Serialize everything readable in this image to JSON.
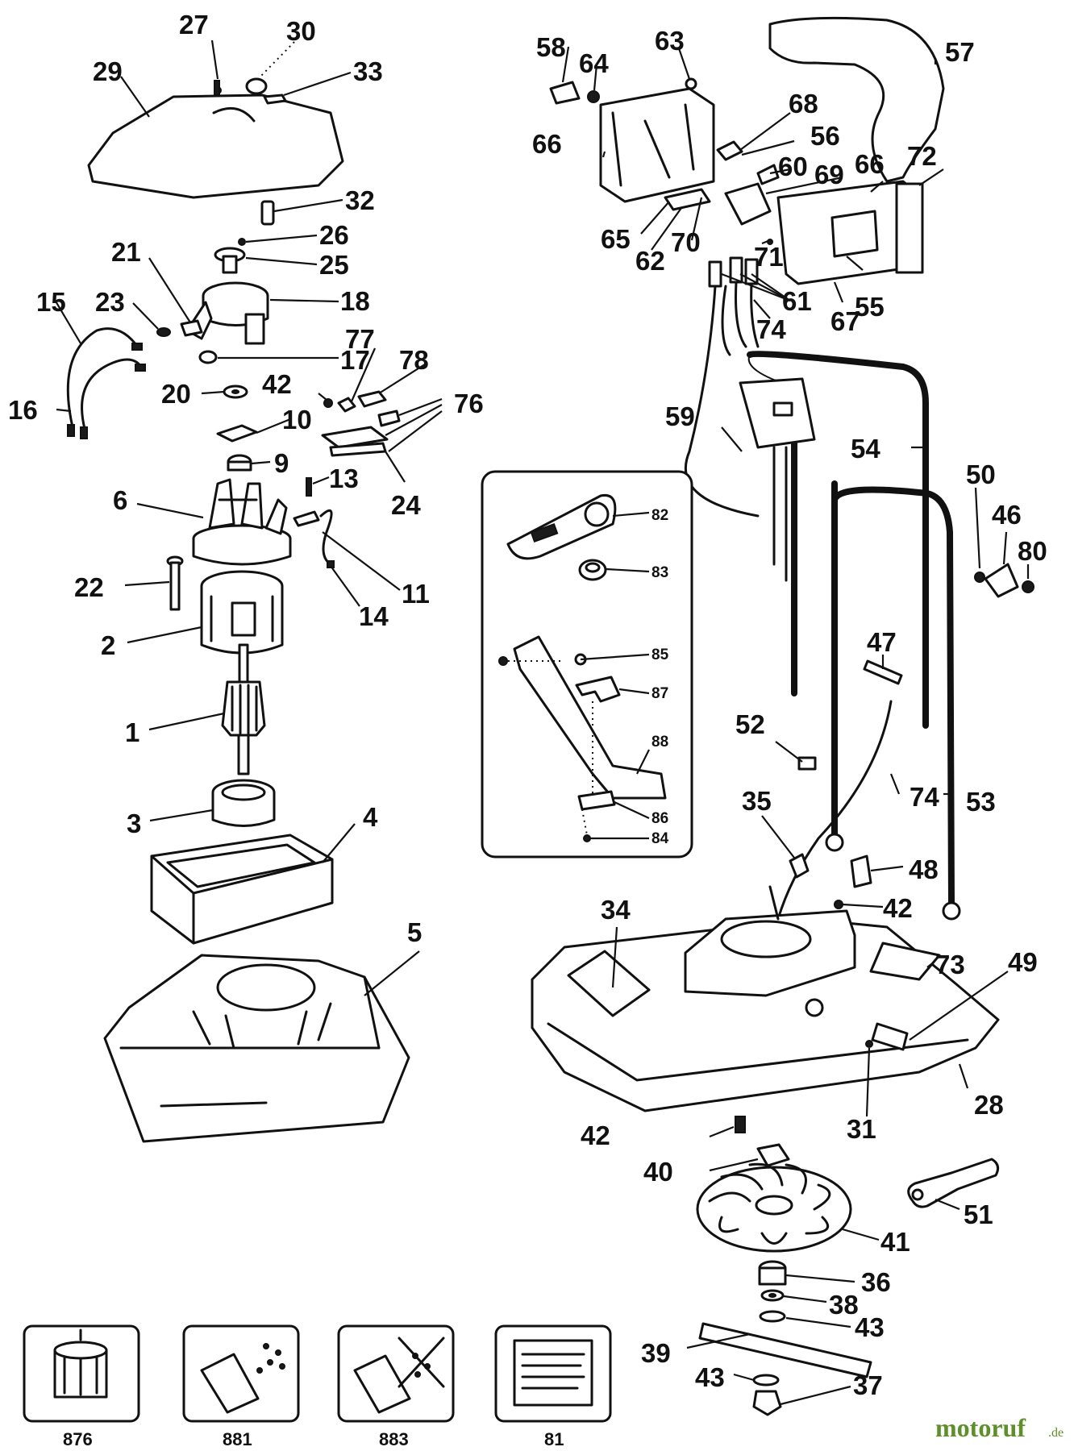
{
  "labels": {
    "p27": "27",
    "p30": "30",
    "p29": "29",
    "p33": "33",
    "p32": "32",
    "p26": "26",
    "p25": "25",
    "p21": "21",
    "p23": "23",
    "p18": "18",
    "p15": "15",
    "p17": "17",
    "p16": "16",
    "p20": "20",
    "p42a": "42",
    "p77": "77",
    "p78": "78",
    "p76": "76",
    "p10": "10",
    "p9": "9",
    "p13": "13",
    "p24": "24",
    "p6": "6",
    "p22": "22",
    "p14": "14",
    "p11": "11",
    "p2": "2",
    "p1": "1",
    "p3": "3",
    "p4": "4",
    "p5": "5",
    "p58": "58",
    "p64": "64",
    "p63": "63",
    "p57": "57",
    "p68": "68",
    "p56": "56",
    "p66a": "66",
    "p60": "60",
    "p69": "69",
    "p66b": "66",
    "p72": "72",
    "p65": "65",
    "p62": "62",
    "p70": "70",
    "p71": "71",
    "p61": "61",
    "p55": "55",
    "p67": "67",
    "p74a": "74",
    "p59": "59",
    "p54": "54",
    "p50": "50",
    "p46": "46",
    "p80": "80",
    "p47": "47",
    "p52": "52",
    "p35": "35",
    "p74b": "74",
    "p53": "53",
    "p48": "48",
    "p42b": "42",
    "p34": "34",
    "p73": "73",
    "p49": "49",
    "p28": "28",
    "p31": "31",
    "p42c": "42",
    "p40": "40",
    "p51": "51",
    "p41": "41",
    "p36": "36",
    "p38": "38",
    "p43a": "43",
    "p39": "39",
    "p43b": "43",
    "p37": "37",
    "p82": "82",
    "p83": "83",
    "p85": "85",
    "p87": "87",
    "p88": "88",
    "p86": "86",
    "p84": "84"
  },
  "service_icons": [
    {
      "code": "876",
      "icon": "motor-assembly-icon"
    },
    {
      "code": "881",
      "icon": "wet-cleaning-icon"
    },
    {
      "code": "883",
      "icon": "no-water-icon"
    },
    {
      "code": "81",
      "icon": "instruction-label-icon"
    }
  ],
  "watermark": {
    "name": "motoruf",
    "tld": ".de"
  },
  "colors": {
    "ink": "#111111",
    "watermark": "#5f8f2a",
    "background": "#ffffff"
  }
}
